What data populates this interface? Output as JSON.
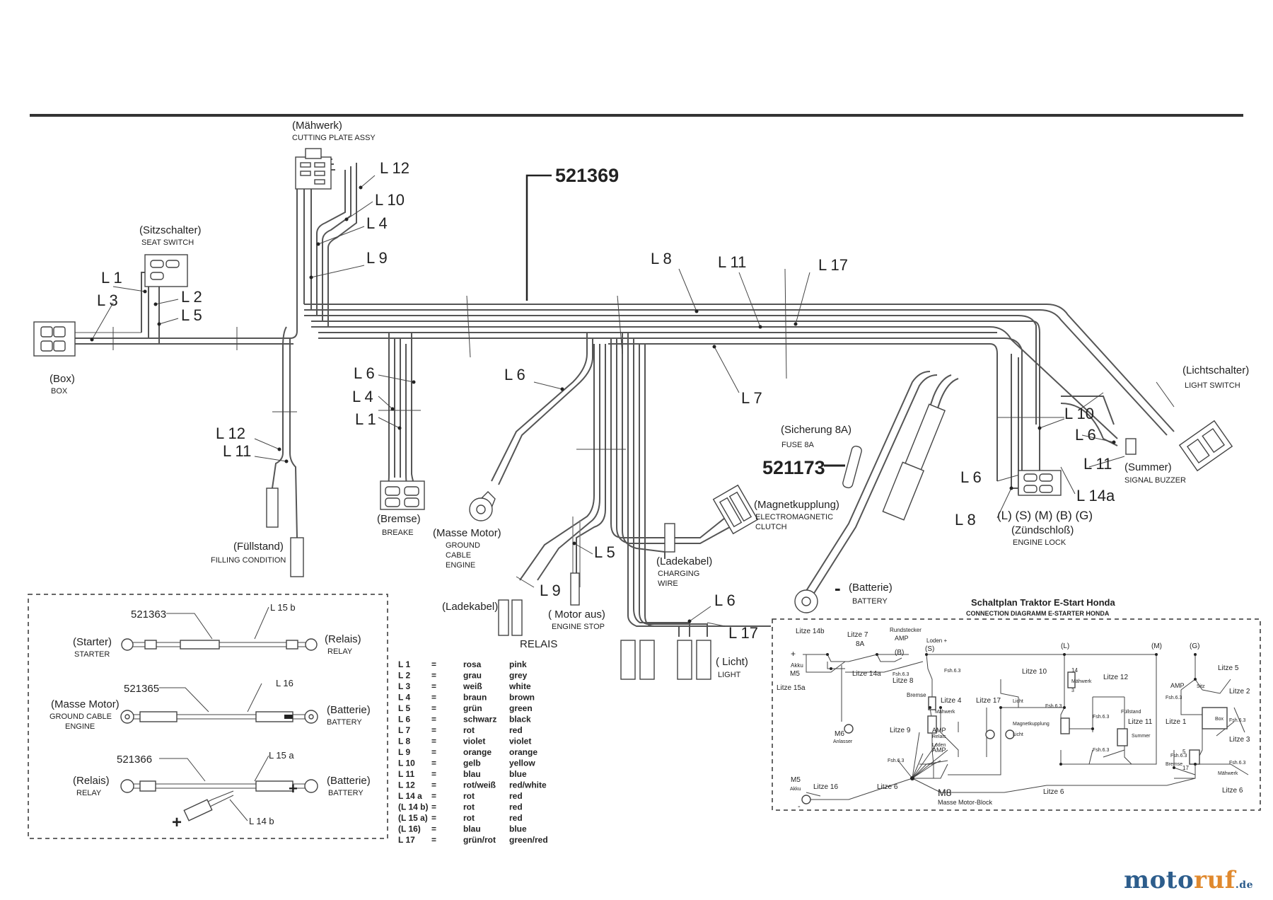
{
  "part_numbers": {
    "main_harness": "521369",
    "fuse": "521173",
    "starter_relay_cable": "521363",
    "ground_cable": "521365",
    "relay_battery_cable": "521366"
  },
  "components": {
    "cutting_plate": {
      "de": "(Mähwerk)",
      "en": "CUTTING PLATE ASSY"
    },
    "seat_switch": {
      "de": "(Sitzschalter)",
      "en": "SEAT SWITCH"
    },
    "box": {
      "de": "(Box)",
      "en": "BOX"
    },
    "filling": {
      "de": "(Füllstand)",
      "en": "FILLING CONDITION"
    },
    "brake": {
      "de": "(Bremse)",
      "en": "BREAKE"
    },
    "ground_motor": {
      "de": "(Masse Motor)",
      "en1": "GROUND",
      "en2": "CABLE",
      "en3": "ENGINE"
    },
    "fuse": {
      "de": "(Sicherung 8A)",
      "en": "FUSE 8A"
    },
    "light_switch": {
      "de": "(Lichtschalter)",
      "en": "LIGHT SWITCH"
    },
    "summer": {
      "de": "(Summer)",
      "en": "SIGNAL BUZZER"
    },
    "ignition": {
      "pins": "(L) (S) (M) (B) (G)",
      "de": "(Zündschloß)",
      "en": "ENGINE LOCK"
    },
    "clutch": {
      "de": "(Magnetkupplung)",
      "en1": "ELECTROMAGNETIC",
      "en2": "CLUTCH"
    },
    "charging": {
      "de": "(Ladekabel)",
      "en1": "CHARGING",
      "en2": "WIRE"
    },
    "charging2": {
      "de": "(Ladekabel)"
    },
    "engine_stop": {
      "de": "( Motor aus)",
      "en": "ENGINE STOP"
    },
    "relais": {
      "de": "RELAIS"
    },
    "battery": {
      "de": "(Batterie)",
      "en": "BATTERY"
    },
    "light": {
      "de": "( Licht)",
      "en": "LIGHT"
    },
    "battery_sym": "-"
  },
  "wire_labels": {
    "l12a": "L 12",
    "l10a": "L 10",
    "l4a": "L 4",
    "l9a": "L 9",
    "l1a": "L 1",
    "l3a": "L 3",
    "l2a": "L 2",
    "l5a": "L 5",
    "l8a": "L 8",
    "l11a": "L 11",
    "l17a": "L 17",
    "l7a": "L 7",
    "l6a": "L 6",
    "l4b": "L 4",
    "l1b": "L 1",
    "l6b": "L 6",
    "l12b": "L 12",
    "l11b": "L 11",
    "l10b": "L 10",
    "l6c": "L 6",
    "l6d": "L 6",
    "l11c": "L 11",
    "l8b": "L 8",
    "l14a": "L 14a",
    "l5b": "L 5",
    "l9b": "L 9",
    "l6e": "L 6",
    "l17b": "L 17"
  },
  "cables_box": {
    "c1": {
      "num": "521363",
      "wire": "L 15 b",
      "left_de": "(Starter)",
      "left_en": "STARTER",
      "right_de": "(Relais)",
      "right_en": "RELAY"
    },
    "c2": {
      "num": "521365",
      "wire": "L 16",
      "left_de": "(Masse Motor)",
      "left_en1": "GROUND CABLE",
      "left_en2": "ENGINE",
      "right_de": "(Batterie)",
      "right_en": "BATTERY"
    },
    "c3": {
      "num": "521366",
      "wire": "L 15 a",
      "wire2": "L 14 b",
      "left_de": "(Relais)",
      "left_en": "RELAY",
      "right_de": "(Batterie)",
      "right_en": "BATTERY",
      "plus": "+"
    }
  },
  "legend": [
    [
      "L 1",
      "=",
      "rosa",
      "pink"
    ],
    [
      "L 2",
      "=",
      "grau",
      "grey"
    ],
    [
      "L 3",
      "=",
      "weiß",
      "white"
    ],
    [
      "L 4",
      "=",
      "braun",
      "brown"
    ],
    [
      "L 5",
      "=",
      "grün",
      "green"
    ],
    [
      "L 6",
      "=",
      "schwarz",
      "black"
    ],
    [
      "L 7",
      "=",
      "rot",
      "red"
    ],
    [
      "L 8",
      "=",
      "violet",
      "violet"
    ],
    [
      "L 9",
      "=",
      "orange",
      "orange"
    ],
    [
      "L 10",
      "=",
      "gelb",
      "yellow"
    ],
    [
      "L 11",
      "=",
      "blau",
      "blue"
    ],
    [
      "L 12",
      "=",
      "rot/weiß",
      "red/white"
    ],
    [
      "L 14 a",
      "=",
      "rot",
      "red"
    ],
    [
      "(L 14 b)",
      "=",
      "rot",
      "red"
    ],
    [
      "(L 15 a)",
      "=",
      "rot",
      "red"
    ],
    [
      "(L 16)",
      "=",
      "blau",
      "blue"
    ],
    [
      "L 17",
      "=",
      "grün/rot",
      "green/red"
    ]
  ],
  "schematic": {
    "title": "Schaltplan Traktor E-Start Honda",
    "subtitle": "CONNECTION DIAGRAMM E-STARTER HONDA",
    "labels": {
      "litze14b": "Litze 14b",
      "litze7": "Litze 7",
      "a8": "8A",
      "rundstecker": "Rundstecker",
      "amp1": "AMP",
      "b": "(B)",
      "loden": "Loden +",
      "s": "(S)",
      "l": "(L)",
      "m": "(M)",
      "g": "(G)",
      "akku1": "Akku",
      "m5a": "M5",
      "litze14a": "Litze 14a",
      "litze8": "Litze 8",
      "fsh1": "Fsh.6.3",
      "bremse1": "Bremse",
      "litze15a": "Litze 15a",
      "litze4": "Litze 4",
      "maehwerk1": "Mähwerk",
      "litze17": "Litze 17",
      "licht1": "Licht",
      "magnet": "Magnetkupplung",
      "licht2": "Licht",
      "litze10": "Litze 10",
      "n14": "14",
      "maehwerk2": "Mähwerk",
      "n3": "3",
      "litze12": "Litze 12",
      "fuellstand": "Füllstand",
      "litze11": "Litze 11",
      "summer": "Summer",
      "litze9": "Litze 9",
      "amp2": "AMP",
      "relais": "Relais",
      "lodenamp": "Loden",
      "amp3": "AMP",
      "m6": "M6",
      "anlasser": "Anlasser",
      "litze5": "Litze 5",
      "amp4": "AMP",
      "sitz": "Sitz",
      "litze2": "Litze 2",
      "litze1": "Litze 1",
      "box": "Box",
      "litze3": "Litze 3",
      "bremse2": "Bremse",
      "n5": "5",
      "n17": "17",
      "maehwerk3": "Mähwerk",
      "litze6c": "Litze 6",
      "m5b": "M5",
      "akku2": "Akku",
      "litze16": "Litze 16",
      "litze6a": "Litze 6",
      "m8": "M8",
      "masse": "Masse Motor-Block",
      "litze6b": "Litze 6",
      "plus": "+",
      "minus": "-"
    }
  },
  "brand": {
    "pre": "moto",
    "f": "ruf",
    "tld": ".de"
  }
}
